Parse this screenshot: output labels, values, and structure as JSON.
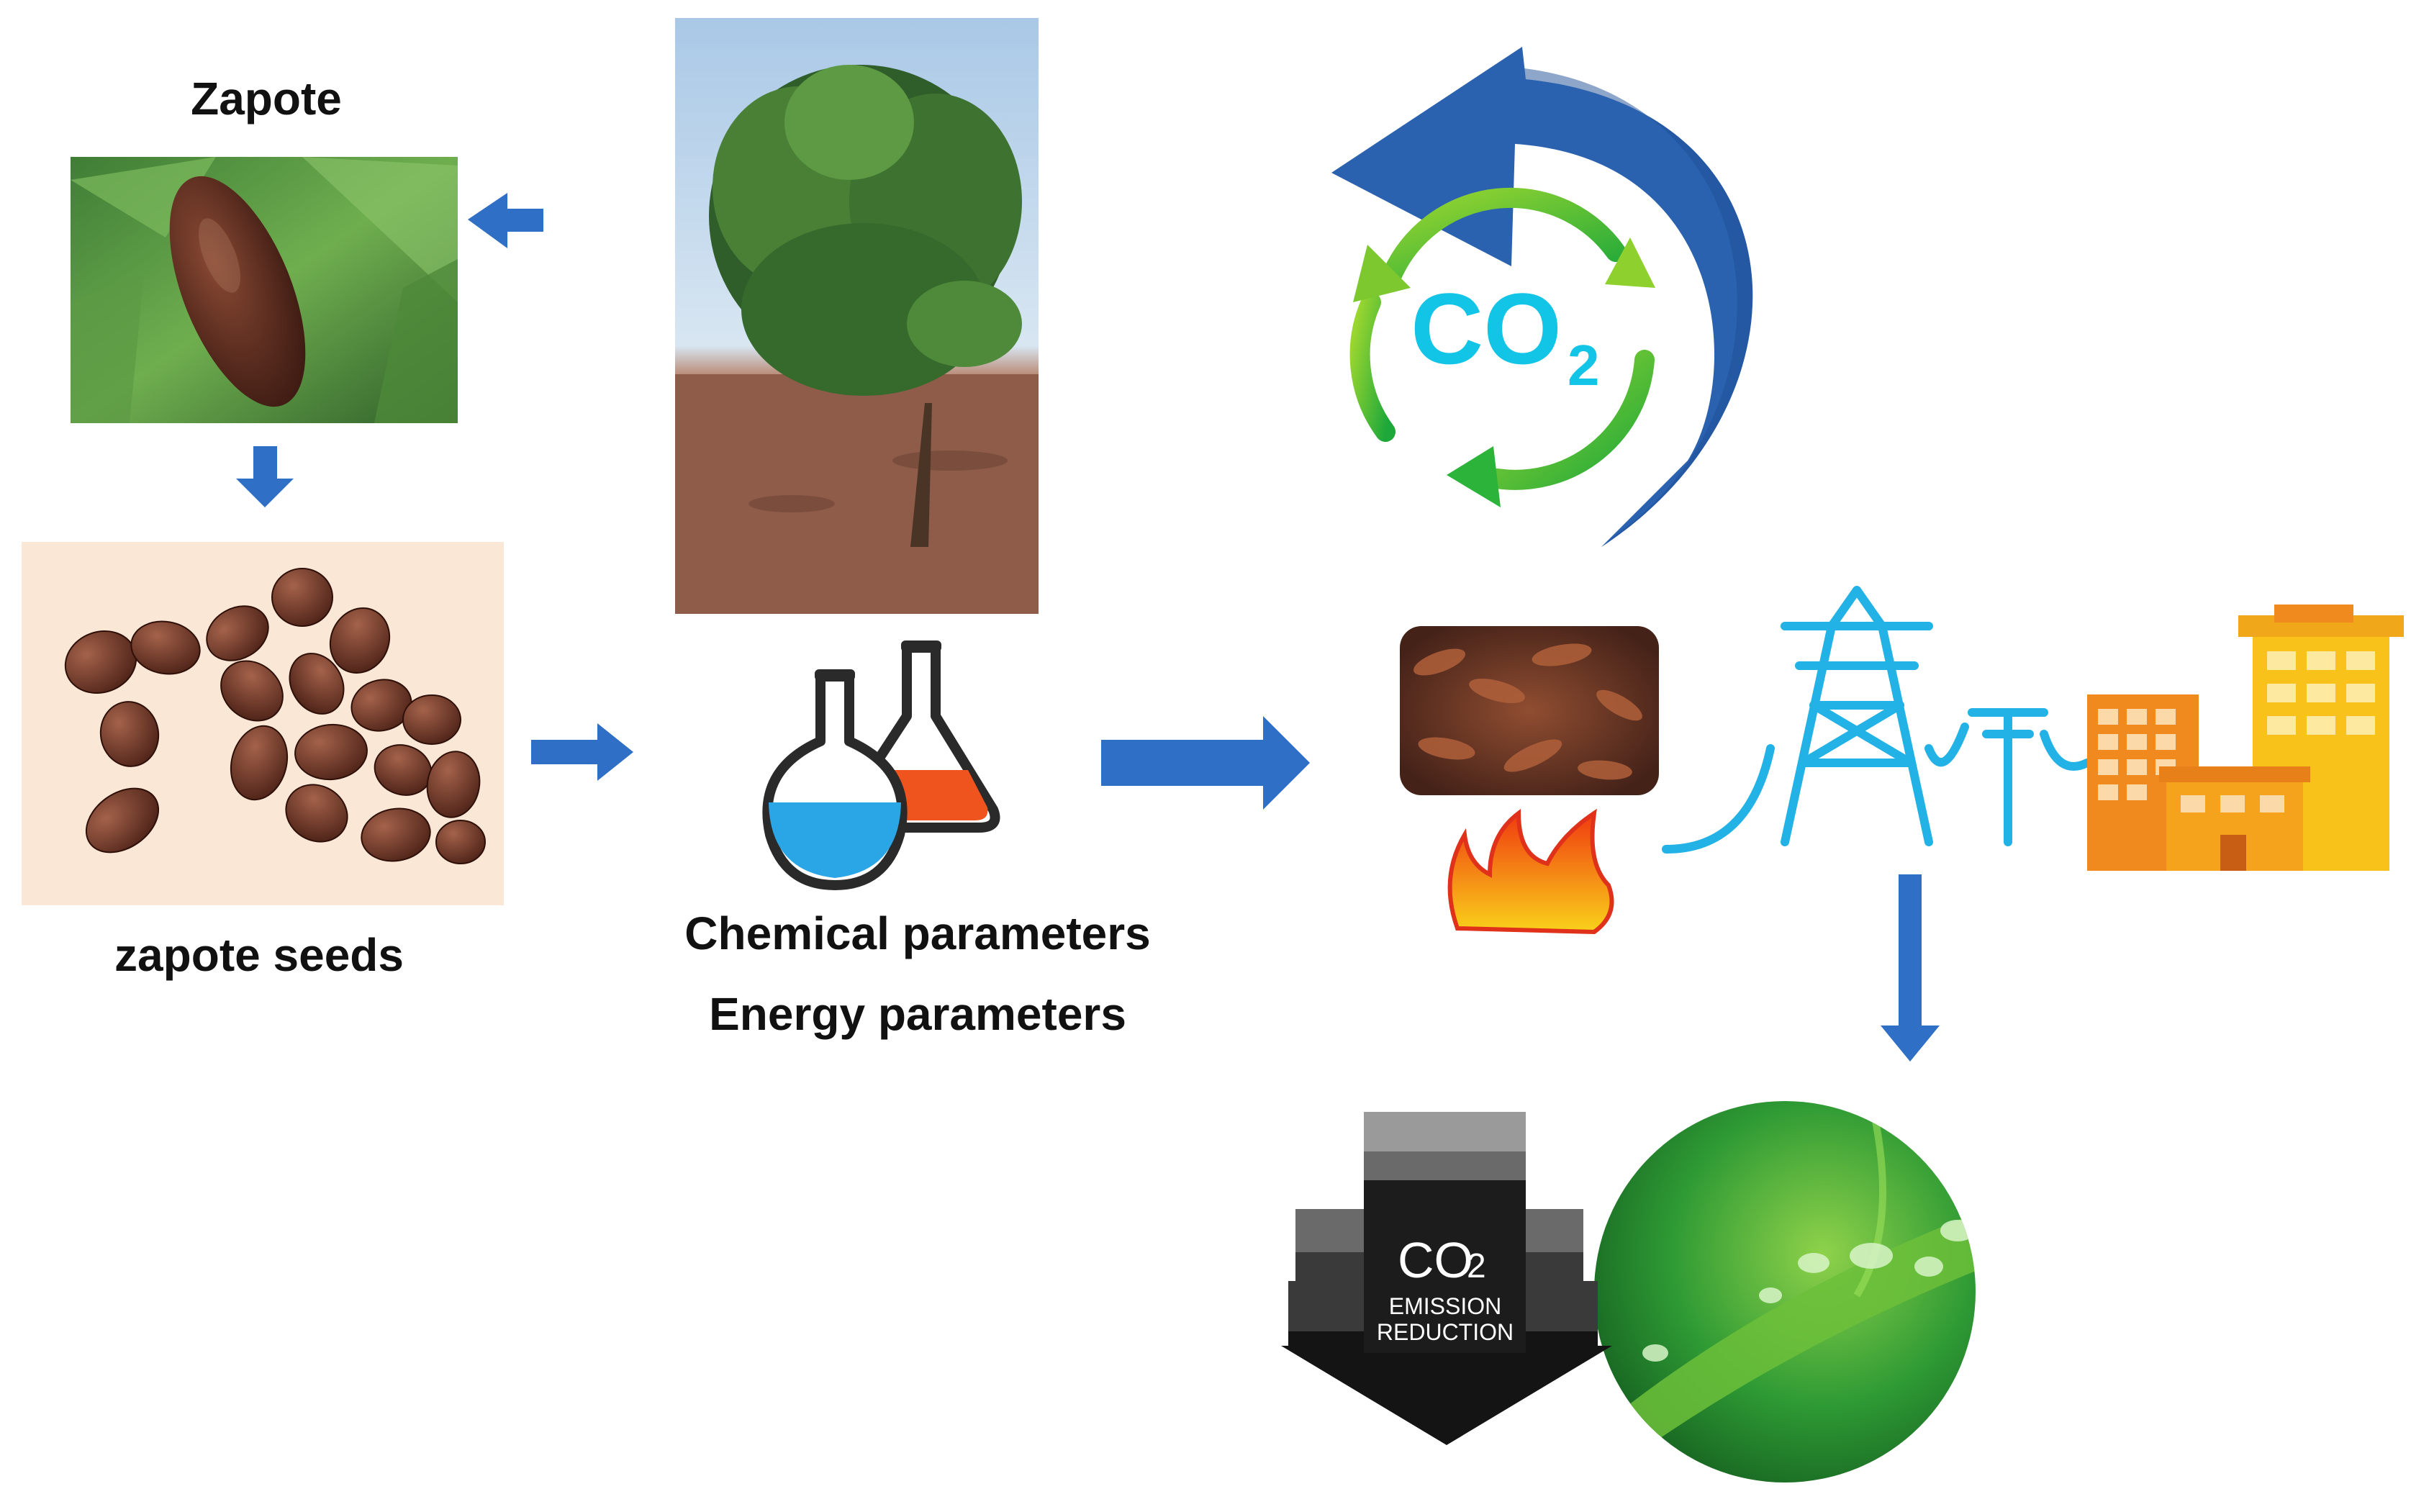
{
  "labels": {
    "fruit_title": "Zapote",
    "seeds_caption": "zapote seeds",
    "chem_params": "Chemical parameters",
    "energy_params": "Energy parameters"
  },
  "co2_cycle": {
    "main": "CO",
    "sub": "2"
  },
  "emission_badge": {
    "main": "CO",
    "sub": "2",
    "line1": "EMISSION",
    "line2": "REDUCTION"
  },
  "colors": {
    "flow_arrow": "#2f6fc5",
    "cycle_arrow": "#2a62b0",
    "co2_text": "#12c4e6",
    "recycle_green": "#3cc12e",
    "flask_blue": "#2aa6e6",
    "flask_orange": "#f0541e",
    "power_line": "#22b2e6",
    "building_orange": "#f08a1e",
    "building_yellow": "#f8c21a",
    "leaf_green": "#2e9a34"
  }
}
